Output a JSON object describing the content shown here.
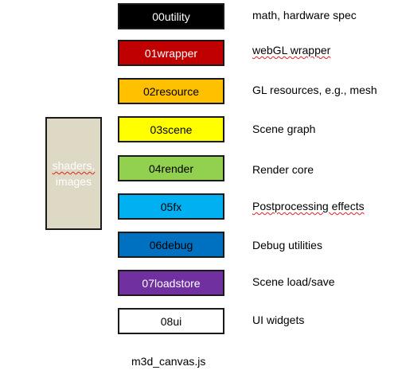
{
  "modules": [
    {
      "label": "00utility",
      "description": "math, hardware spec",
      "fill": "#000000",
      "text_color": "#ffffff"
    },
    {
      "label": "01wrapper",
      "description": "webGL wrapper",
      "fill": "#c00000",
      "text_color": "#ffffff"
    },
    {
      "label": "02resource",
      "description": "GL resources, e.g., mesh",
      "fill": "#ffc000",
      "text_color": "#000000"
    },
    {
      "label": "03scene",
      "description": "Scene graph",
      "fill": "#ffff00",
      "text_color": "#000000"
    },
    {
      "label": "04render",
      "description": "Render core",
      "fill": "#92d050",
      "text_color": "#000000"
    },
    {
      "label": "05fx",
      "description": "Postprocessing effects",
      "fill": "#00b0f0",
      "text_color": "#000000"
    },
    {
      "label": "06debug",
      "description": "Debug utilities",
      "fill": "#0070c0",
      "text_color": "#000000"
    },
    {
      "label": "07loadstore",
      "description": "Scene load/save",
      "fill": "#7030a0",
      "text_color": "#ffffff"
    },
    {
      "label": "08ui",
      "description": "UI widgets",
      "fill": "#ffffff",
      "text_color": "#000000"
    }
  ],
  "side_box": {
    "line1": "shaders,",
    "line2": "images",
    "fill": "#ddd9c4",
    "text_color": "#ffffff"
  },
  "footer": {
    "label": "m3d_canvas.js"
  }
}
